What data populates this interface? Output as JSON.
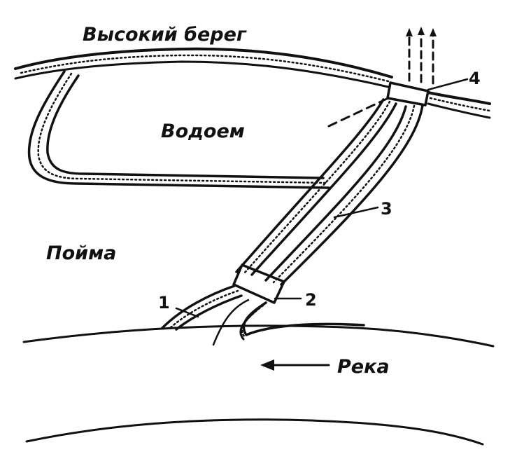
{
  "labels": {
    "high_bank": "Высокий берег",
    "reservoir": "Водоем",
    "floodplain": "Пойма",
    "river": "Река"
  },
  "markers": {
    "m1": "1",
    "m2": "2",
    "m3": "3",
    "m4": "4"
  }
}
